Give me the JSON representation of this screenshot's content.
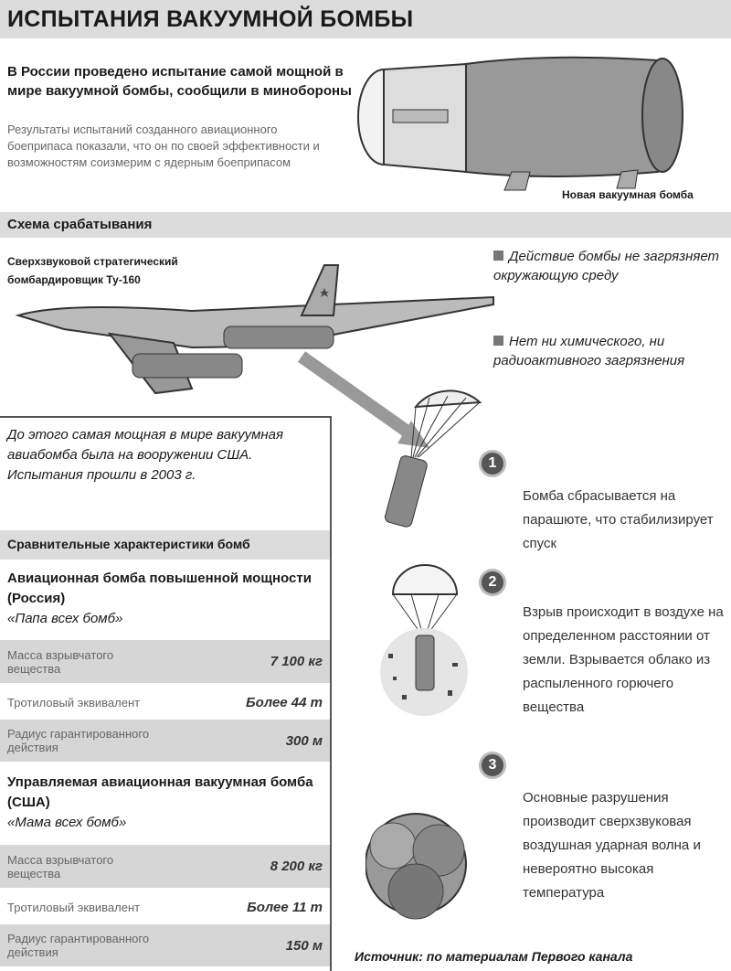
{
  "title": "ИСПЫТАНИЯ ВАКУУМНОЙ БОМБЫ",
  "lead": "В России проведено испытание самой мощной в мире вакуумной бомбы, сообщили в минобороны",
  "paragraph": "Результаты испытаний созданного авиационного боеприпаса показали, что он по своей эффективности и возможностям соизмерим с ядерным боеприпасом",
  "bomb_caption": "Новая вакуумная бомба",
  "section_scheme": "Схема срабатывания",
  "plane_caption": "Сверхзвуковой стратегический бомбардировщик Ту-160",
  "bullets": [
    "Действие бомбы не загрязняет окружающую среду",
    "Нет ни химического, ни радиоактивного загрязнения"
  ],
  "note": "До этого самая мощная в мире вакуумная авиабомба была на вооружении США. Испытания прошли в 2003 г.",
  "section_compare": "Сравнительные характеристики бомб",
  "bombs": [
    {
      "name": "Авиационная бомба повышенной мощности (Россия)",
      "nickname": "«Папа всех бомб»",
      "rows": [
        {
          "label": "Масса взрывчатого вещества",
          "value": "7 100 кг"
        },
        {
          "label": "Тротиловый эквивалент",
          "value": "Более 44 т"
        },
        {
          "label": "Радиус гарантированного действия",
          "value": "300 м"
        }
      ]
    },
    {
      "name": "Управляемая авиационная вакуумная бомба (США)",
      "nickname": "«Мама всех бомб»",
      "rows": [
        {
          "label": "Масса взрывчатого вещества",
          "value": "8 200 кг"
        },
        {
          "label": "Тротиловый эквивалент",
          "value": "Более 11 т"
        },
        {
          "label": "Радиус гарантированного действия",
          "value": "150 м"
        }
      ]
    }
  ],
  "steps": [
    {
      "num": "1",
      "text": "Бомба сбрасывается на парашюте, что стабилизирует спуск"
    },
    {
      "num": "2",
      "text": "Взрыв происходит в воздухе на определенном расстоянии от земли. Взрывается облако из распыленного горючего вещества"
    },
    {
      "num": "3",
      "text": "Основные разрушения производит сверхзвуковая воздушная ударная волна и невероятно высокая температура"
    }
  ],
  "source": "Источник: по материалам Первого канала"
}
